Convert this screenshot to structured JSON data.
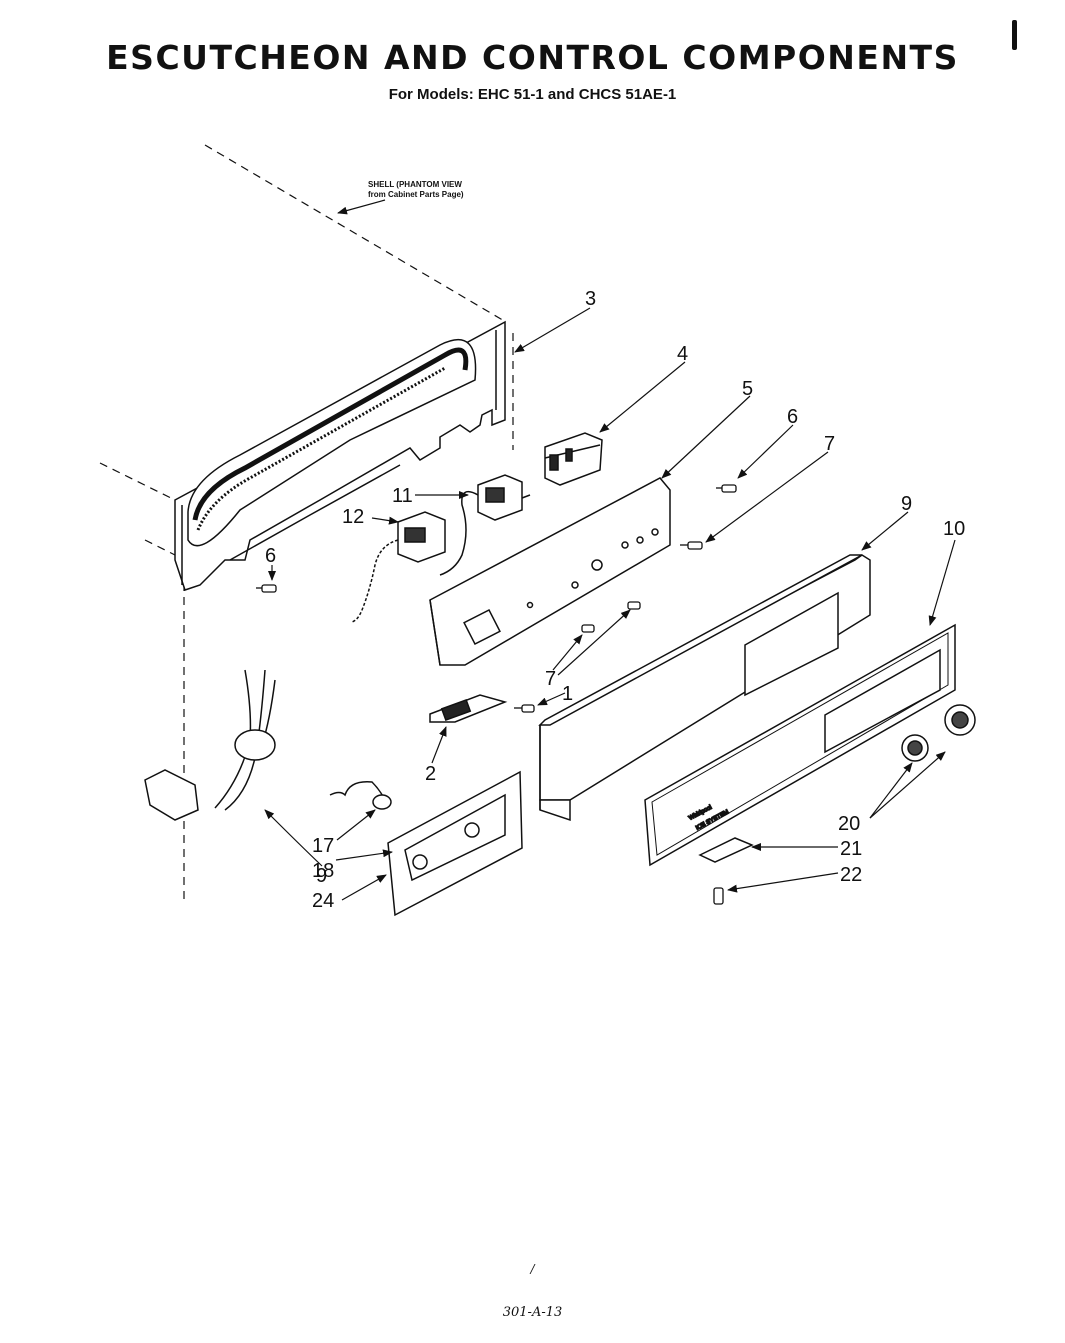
{
  "title": "ESCUTCHEON AND CONTROL COMPONENTS",
  "subtitle": "For Models: EHC 51-1 and CHCS 51AE-1",
  "note": {
    "line1": "SHELL (PHANTOM VIEW",
    "line2": "from Cabinet Parts Page)"
  },
  "callouts": {
    "c1": "1",
    "c2": "2",
    "c3": "3",
    "c4": "4",
    "c5": "5",
    "c6a": "6",
    "c6b": "6",
    "c7a": "7",
    "c7b": "7",
    "c9a": "9",
    "c9b": "9",
    "c10": "10",
    "c11": "11",
    "c12": "12",
    "c17": "17",
    "c18": "18",
    "c20": "20",
    "c21": "21",
    "c22": "22",
    "c24": "24"
  },
  "panel_text": {
    "brand": "Whirlpool",
    "label": "ICE SYSTEM"
  },
  "footer": {
    "page": "/",
    "code": "301-A-13"
  }
}
